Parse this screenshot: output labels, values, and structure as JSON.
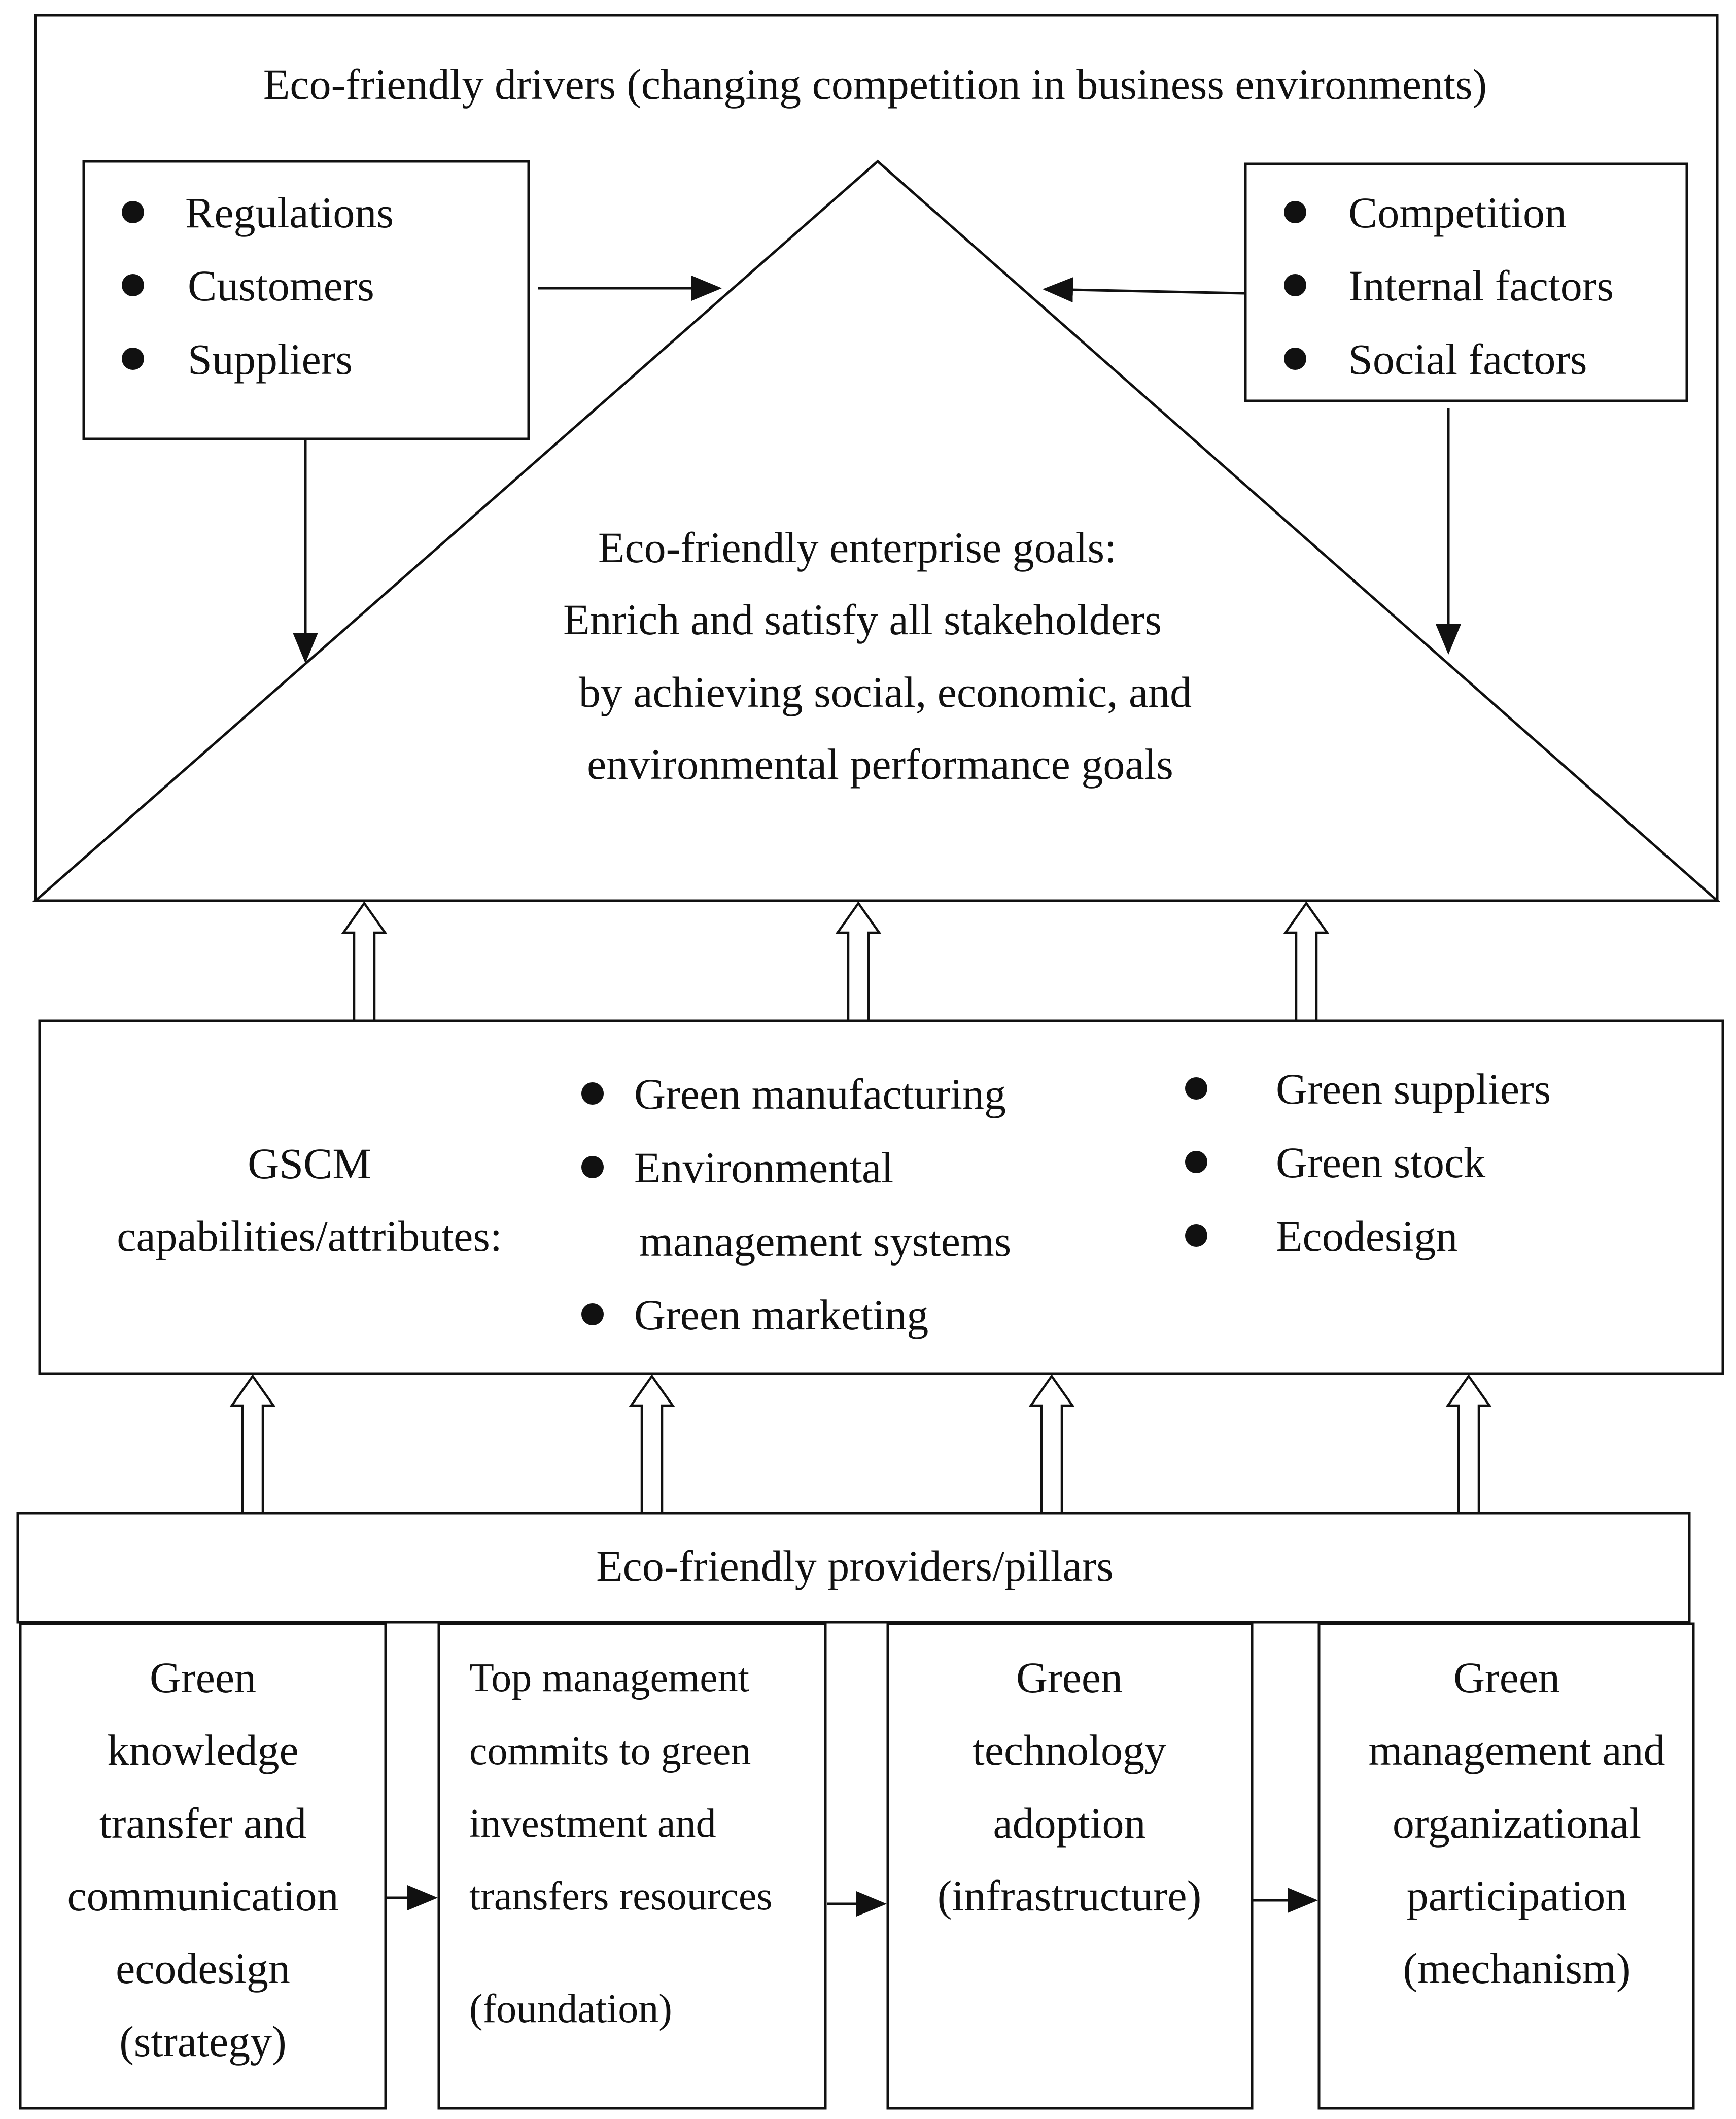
{
  "drivers": {
    "title": "Eco-friendly drivers (changing competition in business environments)",
    "left_items": [
      "Regulations",
      "Customers",
      "Suppliers"
    ],
    "right_items": [
      "Competition",
      "Internal factors",
      "Social factors"
    ]
  },
  "goals": {
    "lines": [
      "Eco-friendly enterprise goals:",
      "Enrich and satisfy all stakeholders",
      "by achieving social, economic, and",
      "environmental performance goals"
    ]
  },
  "gscm": {
    "label_lines": [
      "GSCM",
      "capabilities/attributes:"
    ],
    "col1": [
      {
        "lines": [
          "Green manufacturing"
        ]
      },
      {
        "lines": [
          "Environmental",
          "management systems"
        ]
      },
      {
        "lines": [
          "Green marketing"
        ]
      }
    ],
    "col2": [
      "Green suppliers",
      "Green stock",
      "Ecodesign"
    ]
  },
  "pillars": {
    "title": "Eco-friendly providers/pillars",
    "boxes": [
      {
        "lines": [
          "Green",
          "knowledge",
          "transfer and",
          "communication",
          "ecodesign",
          "(strategy)"
        ]
      },
      {
        "lines": [
          "Top management",
          "commits to green",
          "investment and",
          "transfers resources",
          "",
          "(foundation)"
        ]
      },
      {
        "lines": [
          "Green",
          "technology",
          "adoption",
          "(infrastructure)"
        ]
      },
      {
        "lines": [
          "Green",
          "management and",
          "organizational",
          "participation",
          "(mechanism)"
        ]
      }
    ]
  }
}
